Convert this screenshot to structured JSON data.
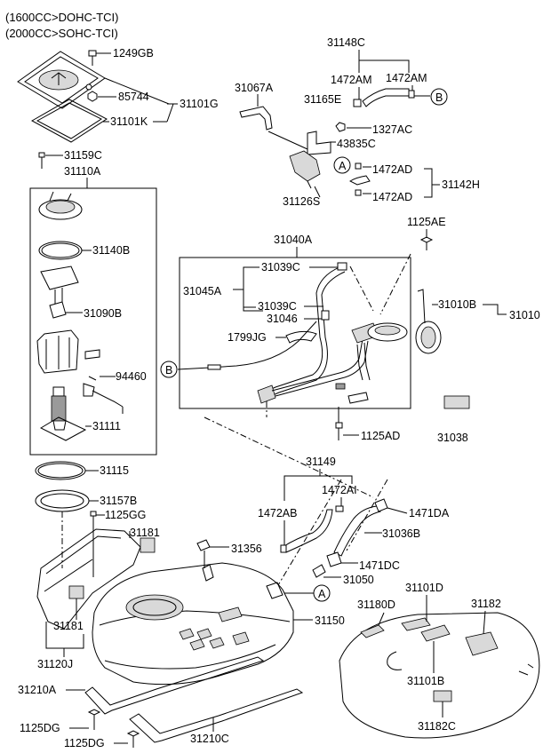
{
  "header": [
    "(1600CC>DOHC-TCI)",
    "(2000CC>SOHC-TCI)"
  ],
  "labels": {
    "p1249GB": "1249GB",
    "p85744": "85744",
    "p31101G": "31101G",
    "p31101K": "31101K",
    "p31159C": "31159C",
    "p31110A": "31110A",
    "p31140B": "31140B",
    "p31090B": "31090B",
    "p94460": "94460",
    "p31111": "31111",
    "p31115": "31115",
    "p31157B": "31157B",
    "p1125GG": "1125GG",
    "p31181a": "31181",
    "p31181b": "31181",
    "p31120J": "31120J",
    "p31210A": "31210A",
    "p1125DGa": "1125DG",
    "p1125DGb": "1125DG",
    "p31210C": "31210C",
    "p31067A": "31067A",
    "p31148C": "31148C",
    "p1472AMa": "1472AM",
    "p1472AMb": "1472AM",
    "p31165E": "31165E",
    "p1327AC": "1327AC",
    "p43835C": "43835C",
    "p1472ADa": "1472AD",
    "p1472ADb": "1472AD",
    "p31142H": "31142H",
    "p31126S": "31126S",
    "p1125AE": "1125AE",
    "p31040A": "31040A",
    "p31039Ca": "31039C",
    "p31045A": "31045A",
    "p31039Cb": "31039C",
    "p31046": "31046",
    "p1799JG": "1799JG",
    "p31010B": "31010B",
    "p31010": "31010",
    "p1125AD": "1125AD",
    "p31038": "31038",
    "p31149": "31149",
    "p1472AI": "1472AI",
    "p1472AB": "1472AB",
    "p1471DA": "1471DA",
    "p31036B": "31036B",
    "p31356": "31356",
    "p1471DC": "1471DC",
    "p31050": "31050",
    "p31150": "31150",
    "p31101D": "31101D",
    "p31180D": "31180D",
    "p31182": "31182",
    "p31101B": "31101B",
    "p31182C": "31182C"
  },
  "callouts": {
    "A_top": "A",
    "B_top": "B",
    "B_mid": "B",
    "A_low": "A"
  }
}
